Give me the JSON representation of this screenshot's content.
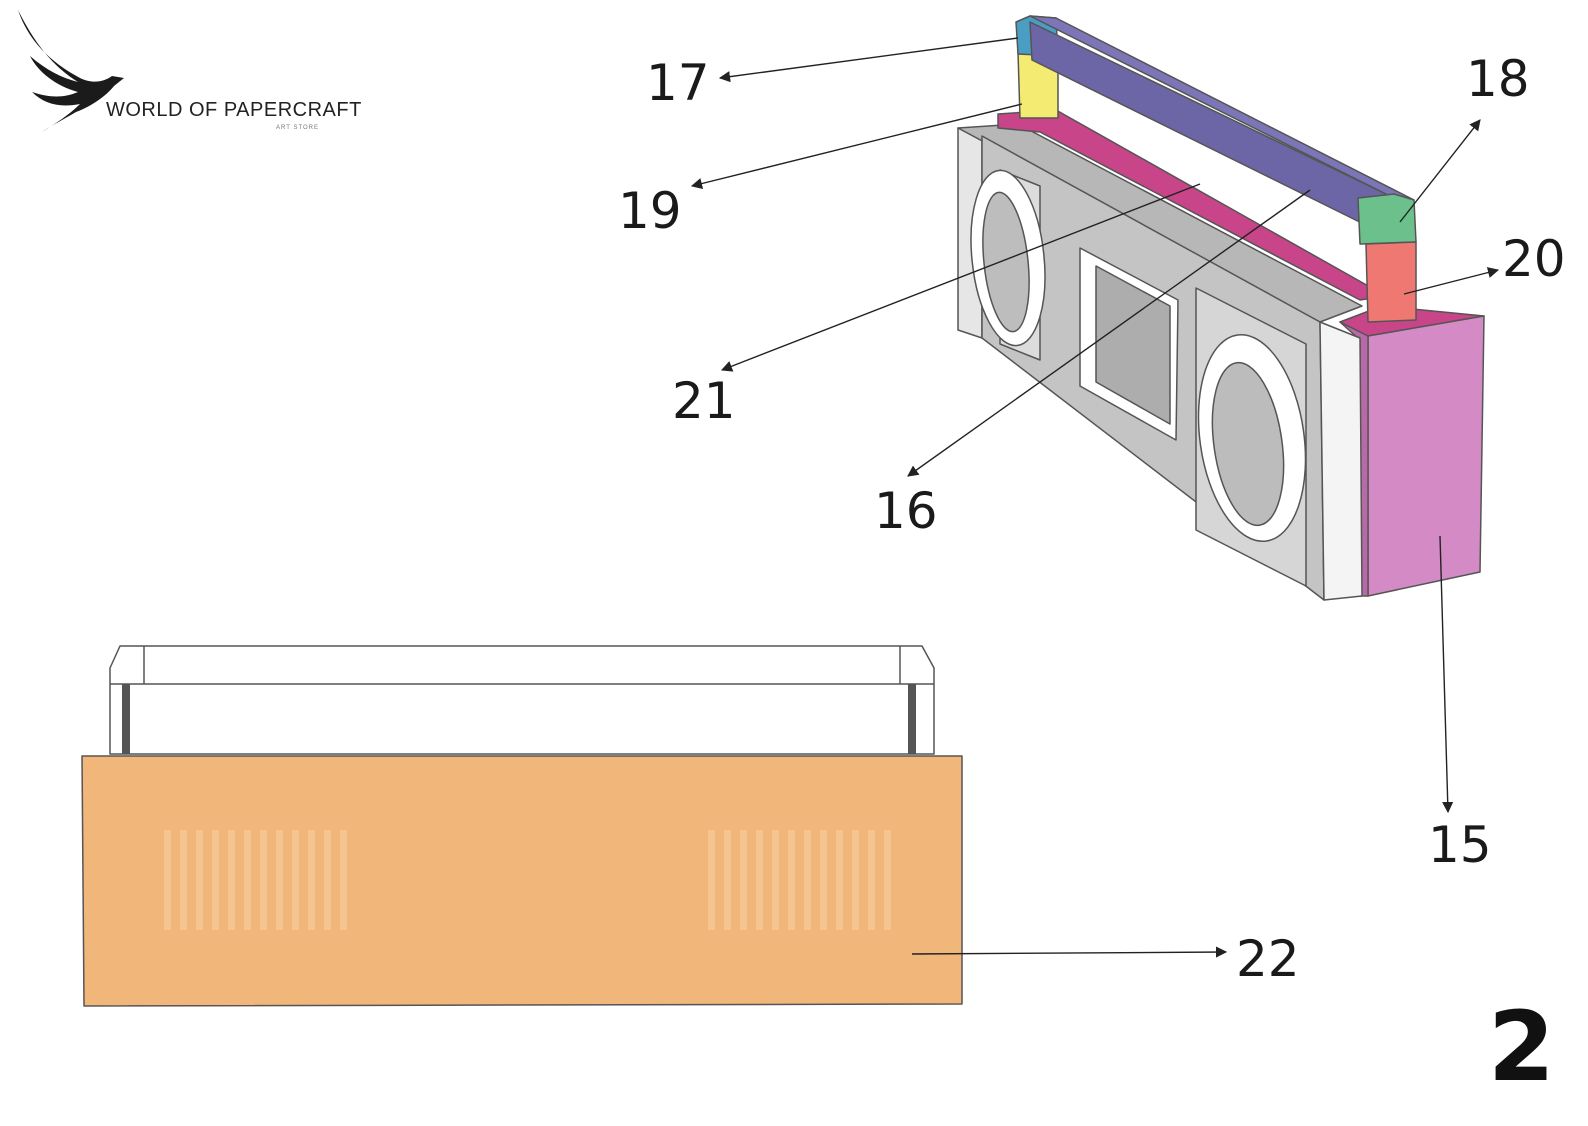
{
  "brand": {
    "name": "WORLD OF PAPERCRAFT",
    "tagline": "ART STORE",
    "logo_icon": "eagle-icon"
  },
  "page_number": "2",
  "callouts": [
    {
      "id": "15",
      "label": "15"
    },
    {
      "id": "16",
      "label": "16"
    },
    {
      "id": "17",
      "label": "17"
    },
    {
      "id": "18",
      "label": "18"
    },
    {
      "id": "19",
      "label": "19"
    },
    {
      "id": "20",
      "label": "20"
    },
    {
      "id": "21",
      "label": "21"
    },
    {
      "id": "22",
      "label": "22"
    }
  ],
  "colors": {
    "part_15": "#d48ac4",
    "part_16": "#6c66a6",
    "part_17": "#4a9ec4",
    "part_18": "#6cc08c",
    "part_19": "#f4ec72",
    "part_20": "#f07872",
    "part_21": "#c8458a",
    "part_22": "#f0b67a",
    "body_grey": "#c4c4c4"
  }
}
